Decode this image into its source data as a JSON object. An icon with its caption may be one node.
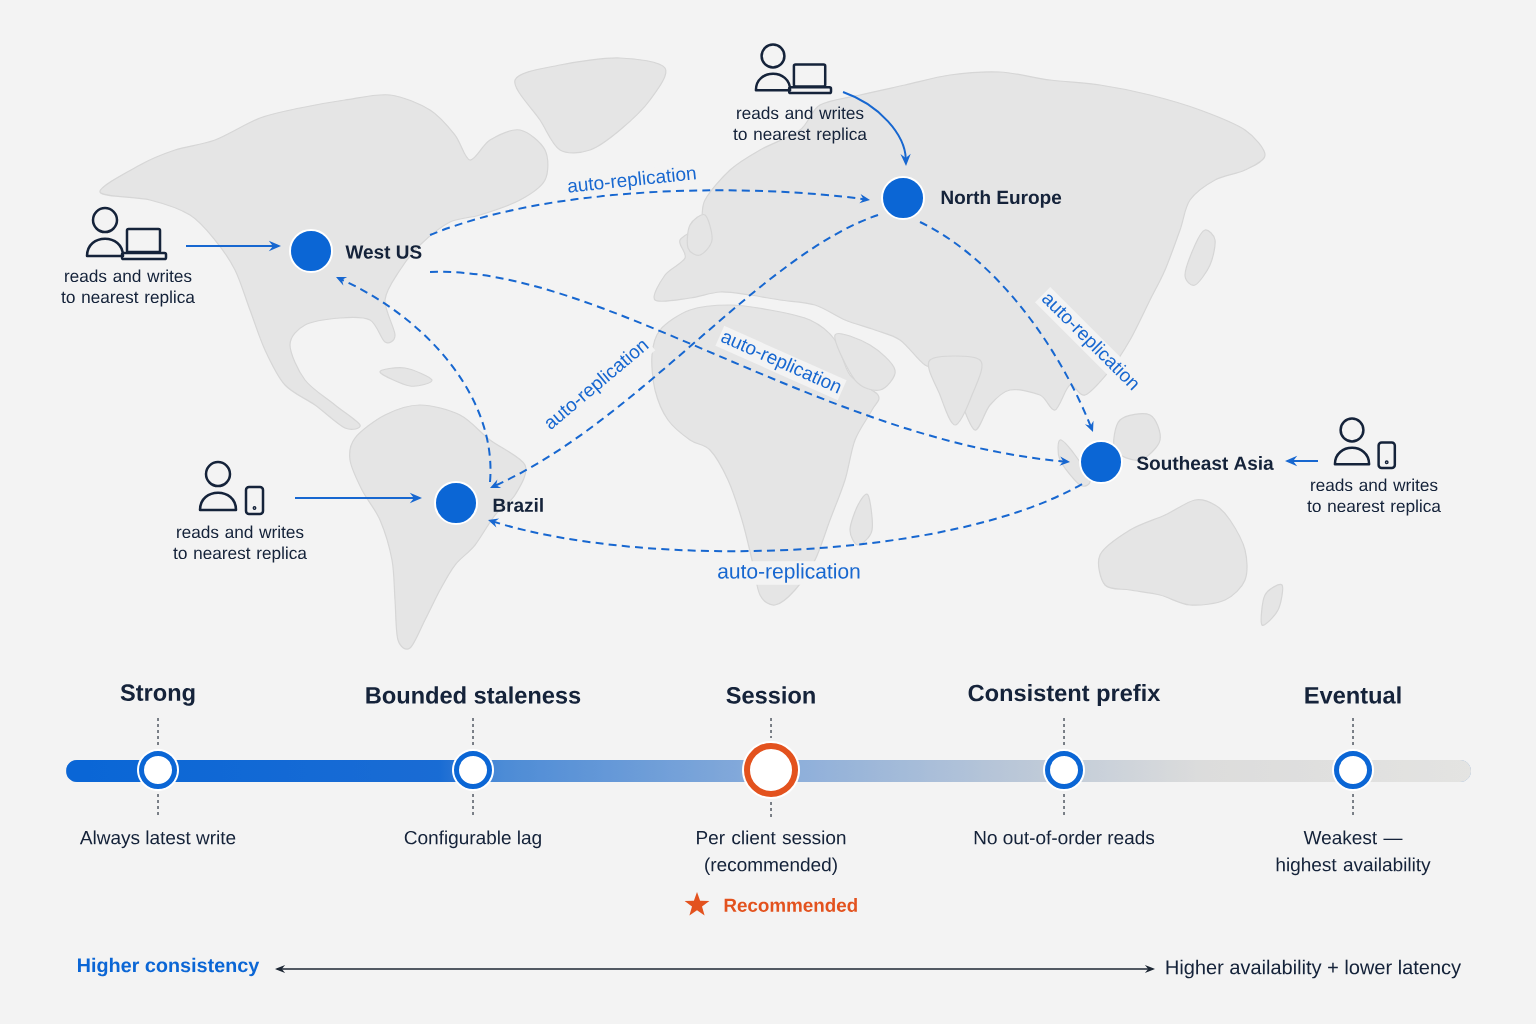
{
  "diagram": {
    "nodes": [
      {
        "text": [
          "West US"
        ]
      },
      {
        "text": [
          "North Europe"
        ]
      },
      {
        "text": [
          "Brazil"
        ]
      },
      {
        "text": [
          "Southeast Asia"
        ]
      },
      {
        "text": [
          "reads and writes to nearest replica"
        ]
      },
      {
        "text": [
          "reads and writes to nearest replica"
        ]
      },
      {
        "text": [
          "reads and writes to nearest replica"
        ]
      },
      {
        "text": [
          "reads and writes to nearest replica"
        ]
      },
      {
        "text": [
          "Strong",
          "Always latest write"
        ]
      },
      {
        "text": [
          "Bounded staleness",
          "Configurable lag"
        ]
      },
      {
        "text": [
          "Session",
          "Per client session (recommended)",
          "Recommended"
        ]
      },
      {
        "text": [
          "Consistent prefix",
          "No out-of-order reads"
        ]
      },
      {
        "text": [
          "Eventual",
          "Weakest — highest availability"
        ]
      },
      {
        "text": [
          "Higher consistency"
        ]
      },
      {
        "text": [
          "Higher availability + lower latency"
        ]
      }
    ],
    "edges": [
      {
        "from": 4,
        "to": 0,
        "arrow": "to"
      },
      {
        "from": 5,
        "to": 1,
        "arrow": "to"
      },
      {
        "from": 6,
        "to": 2,
        "arrow": "to"
      },
      {
        "from": 7,
        "to": 3,
        "arrow": "to"
      },
      {
        "from": 0,
        "to": 1,
        "arrow": "to",
        "label": "auto-replication",
        "style": "dashed"
      },
      {
        "from": 0,
        "to": 3,
        "arrow": "to",
        "label": "auto-replication",
        "style": "dashed"
      },
      {
        "from": 2,
        "to": 0,
        "arrow": "to",
        "style": "dashed"
      },
      {
        "from": 1,
        "to": 2,
        "arrow": "to",
        "label": "auto-replication",
        "style": "dashed"
      },
      {
        "from": 1,
        "to": 3,
        "arrow": "to",
        "label": "auto-replication",
        "style": "dashed"
      },
      {
        "from": 3,
        "to": 2,
        "arrow": "to",
        "label": "auto-replication",
        "style": "dashed"
      },
      {
        "from": 13,
        "to": 14,
        "arrow": "both",
        "color": "#1c2633"
      }
    ]
  }
}
